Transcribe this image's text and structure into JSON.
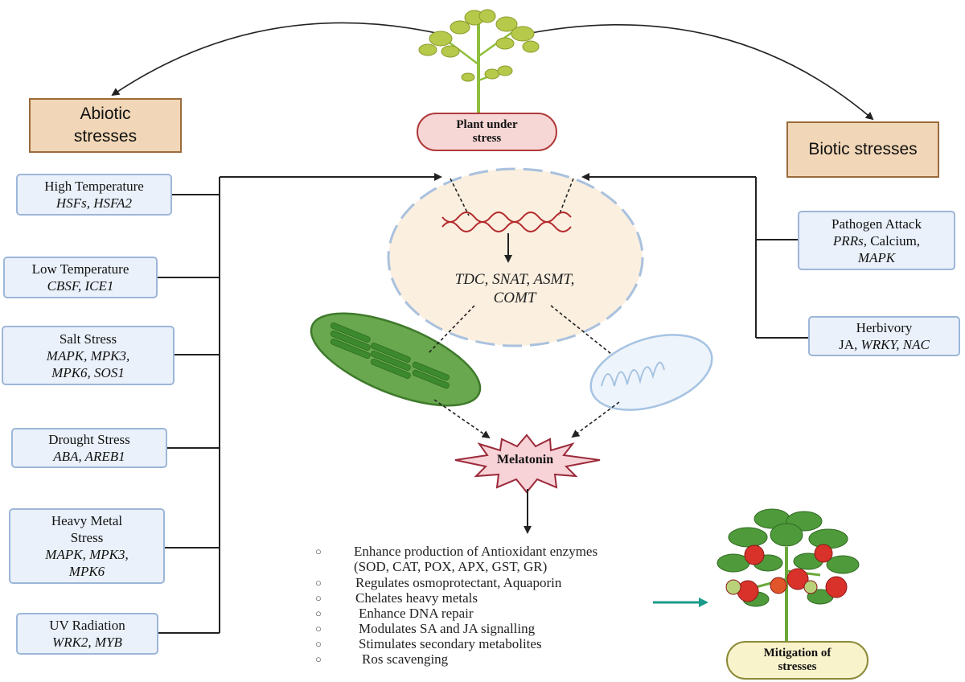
{
  "plant_label": "Plant under\nstress",
  "abiotic_header": "Abiotic\nstresses",
  "biotic_header": "Biotic stresses",
  "abiotic": [
    {
      "name": "High Temperature",
      "genes": "HSFs, HSFA2"
    },
    {
      "name": "Low Temperature",
      "genes": "CBSF, ICE1"
    },
    {
      "name": "Salt Stress",
      "genes": "MAPK, MPK3,\nMPK6, SOS1"
    },
    {
      "name": "Drought Stress",
      "genes": "ABA, AREB1"
    },
    {
      "name": "Heavy Metal\nStress",
      "genes": "MAPK, MPK3,\nMPK6"
    },
    {
      "name": "UV Radiation",
      "genes": "WRK2, MYB"
    }
  ],
  "biotic": [
    {
      "name": "Pathogen Attack",
      "genes_html": [
        "PRRs",
        ", Calcium,",
        "MAPK"
      ]
    },
    {
      "name": "Herbivory",
      "genes_html": [
        "JA, ",
        "WRKY, NAC"
      ]
    }
  ],
  "cell_genes": "TDC, SNAT, ASMT,\nCOMT",
  "melatonin": "Melatonin",
  "effects": [
    "Enhance production of  Antioxidant enzymes\n(SOD, CAT, POX, APX, GST, GR)",
    "Regulates osmoprotectant, Aquaporin",
    "Chelates heavy metals",
    "Enhance DNA repair",
    "Modulates SA and JA signalling",
    "Stimulates secondary metabolites",
    "Ros scavenging"
  ],
  "bullet_glyph": "○",
  "mitigation": "Mitigation of\nstresses",
  "colors": {
    "stress_box_fill": "#eaf1fb",
    "stress_box_border": "#9db6d8",
    "header_fill": "#f1d7b7",
    "header_border": "#9a6b3c",
    "chloroplast": "#6aa84f",
    "mitochondria": "#cfe0f3",
    "teal_arrow": "#1a9a8a",
    "melatonin_fill": "#f7d3d8",
    "melatonin_border": "#9b2a3a"
  }
}
